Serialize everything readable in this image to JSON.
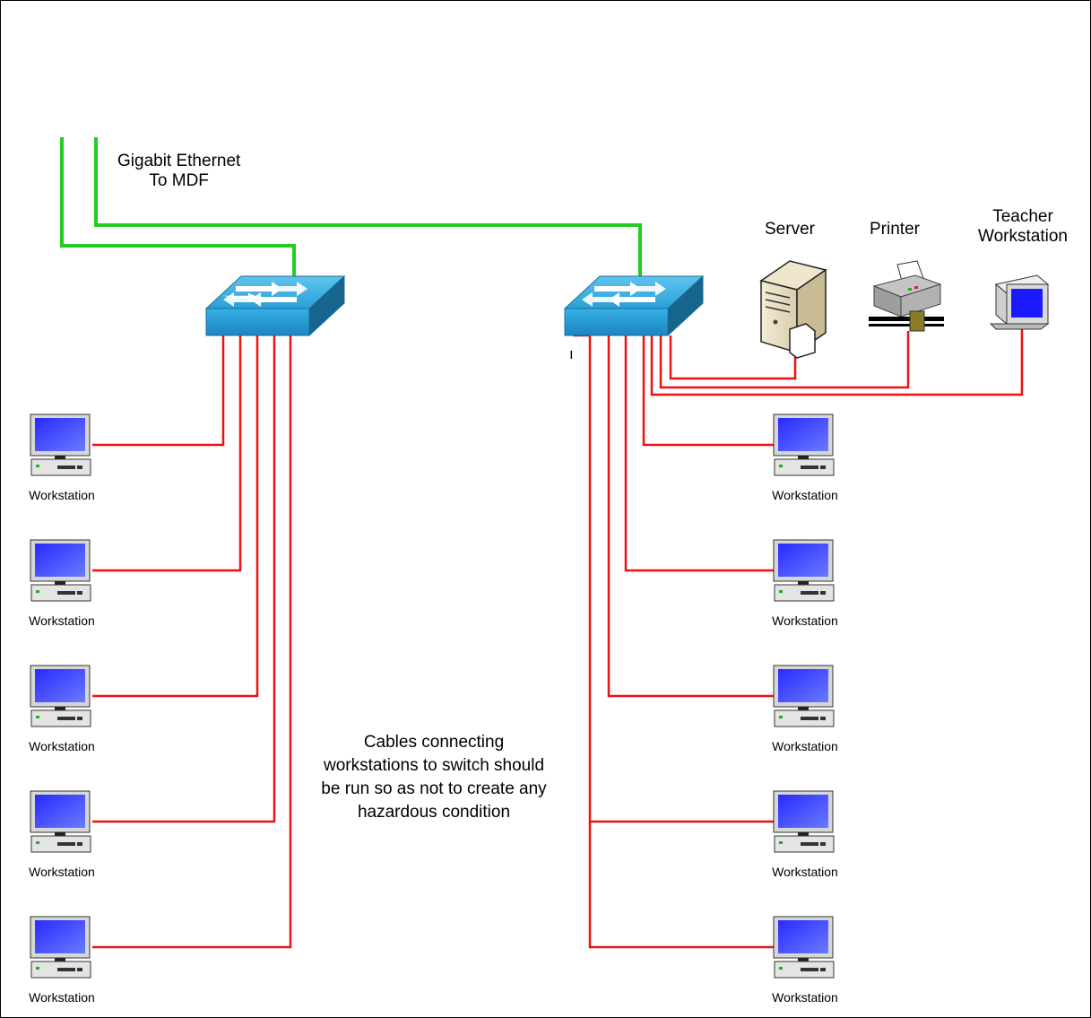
{
  "uplink_label": {
    "line1": "Gigabit Ethernet",
    "line2": "To MDF"
  },
  "server_label": "Server",
  "printer_label": "Printer",
  "teacher_label": {
    "line1": "Teacher",
    "line2": "Workstation"
  },
  "stray_mark": "ı",
  "note": {
    "line1": "Cables connecting",
    "line2": "workstations to switch should",
    "line3": "be run so as not to create any",
    "line4": "hazardous condition"
  },
  "left_workstations": [
    "Workstation",
    "Workstation",
    "Workstation",
    "Workstation",
    "Workstation"
  ],
  "right_workstations": [
    "Workstation",
    "Workstation",
    "Workstation",
    "Workstation",
    "Workstation"
  ],
  "colors": {
    "uplink_cable": "#22cc22",
    "station_cable": "#ee1111",
    "switch_blue": "#2a9fd6",
    "monitor_blue": "#1a1aff"
  },
  "icons": [
    "switch-icon",
    "server-icon",
    "printer-icon",
    "monitor-icon",
    "workstation-icon"
  ]
}
